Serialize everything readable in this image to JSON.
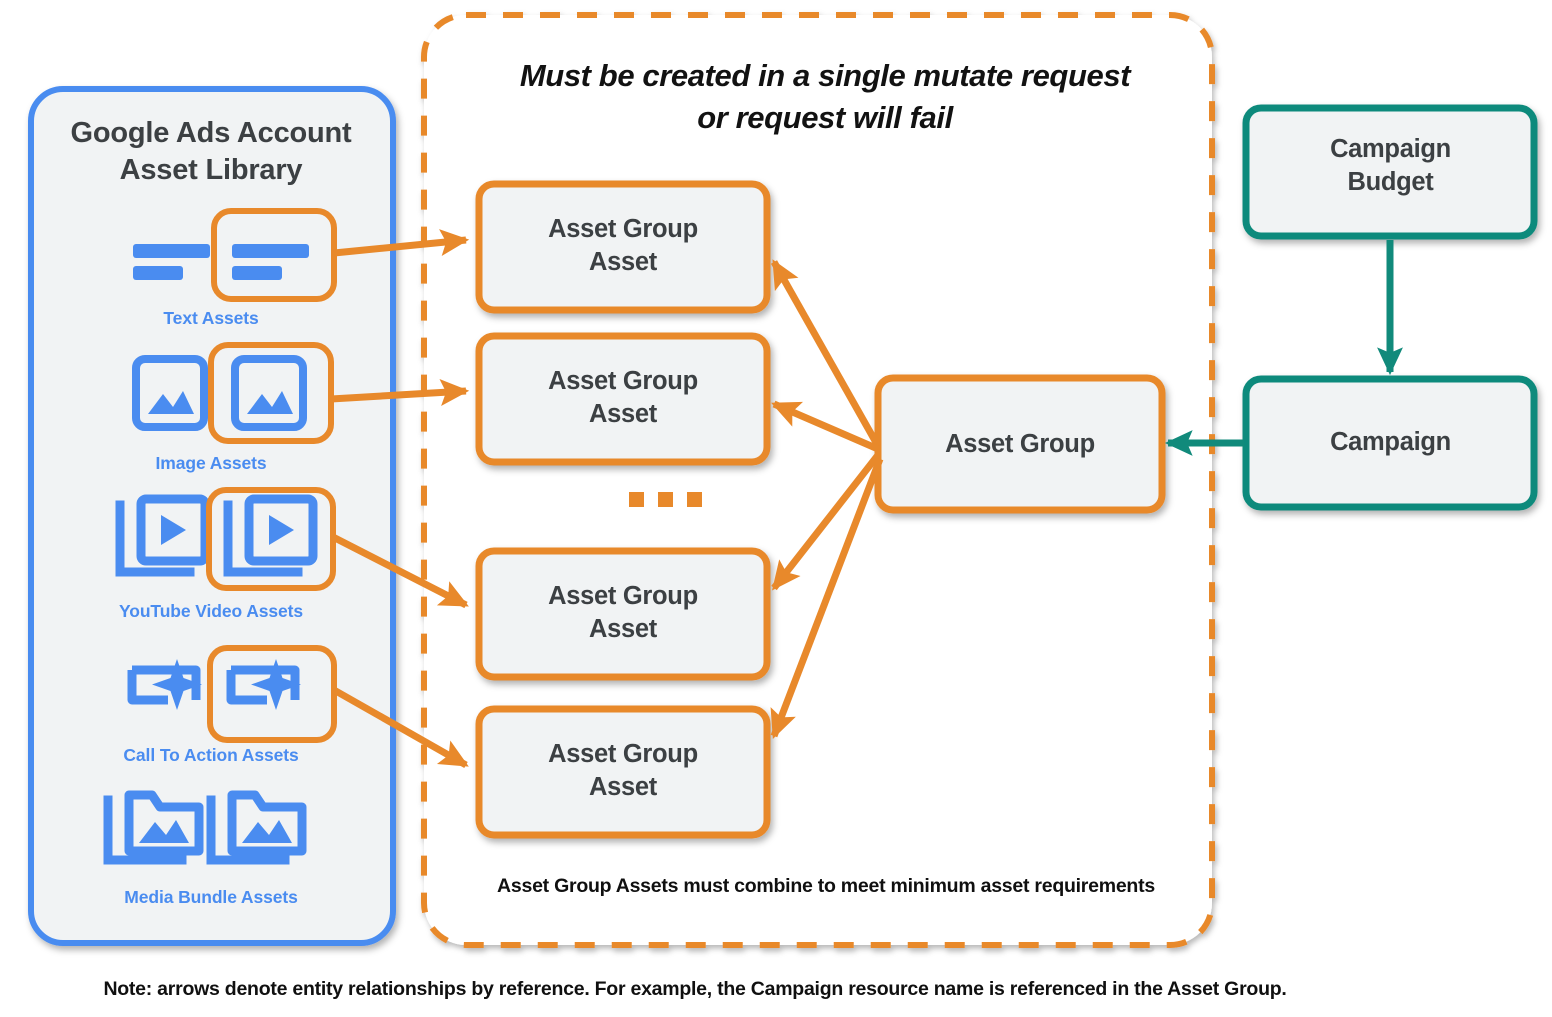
{
  "colors": {
    "orange": "#e8892b",
    "blue": "#4a8cf0",
    "teal": "#118a7b",
    "box_fill": "#f1f3f4",
    "text_dark": "#3c4043",
    "note_text": "#101010"
  },
  "library_panel": {
    "title_line1": "Google Ads Account",
    "title_line2": "Asset Library",
    "icon_rows": [
      {
        "caption": "Text Assets",
        "icon": "text-lines-icon",
        "highlighted": true
      },
      {
        "caption": "Image Assets",
        "icon": "image-icon",
        "highlighted": true
      },
      {
        "caption": "YouTube Video  Assets",
        "icon": "video-stack-icon",
        "highlighted": true
      },
      {
        "caption": "Call To Action Assets",
        "icon": "call-to-action-sparkle-icon",
        "highlighted": true
      },
      {
        "caption": "Media Bundle  Assets",
        "icon": "media-bundle-folder-icon",
        "highlighted": false
      }
    ]
  },
  "mutate_region": {
    "banner_line1": "Must be created in a single mutate request",
    "banner_line2": "or request will fail",
    "inner_note": "Asset Group Assets must combine to meet minimum asset requirements",
    "asset_group_assets": [
      {
        "line1": "Asset Group",
        "line2": "Asset"
      },
      {
        "line1": "Asset Group",
        "line2": "Asset"
      },
      {
        "line1": "Asset Group",
        "line2": "Asset"
      },
      {
        "line1": "Asset Group",
        "line2": "Asset"
      }
    ],
    "ellipsis": "..."
  },
  "asset_group": {
    "label": "Asset Group"
  },
  "campaign_budget": {
    "line1": "Campaign",
    "line2": "Budget"
  },
  "campaign": {
    "label": "Campaign"
  },
  "footer": {
    "note": "Note: arrows denote entity relationships by reference. For example, the Campaign resource name is referenced in the Asset Group."
  }
}
